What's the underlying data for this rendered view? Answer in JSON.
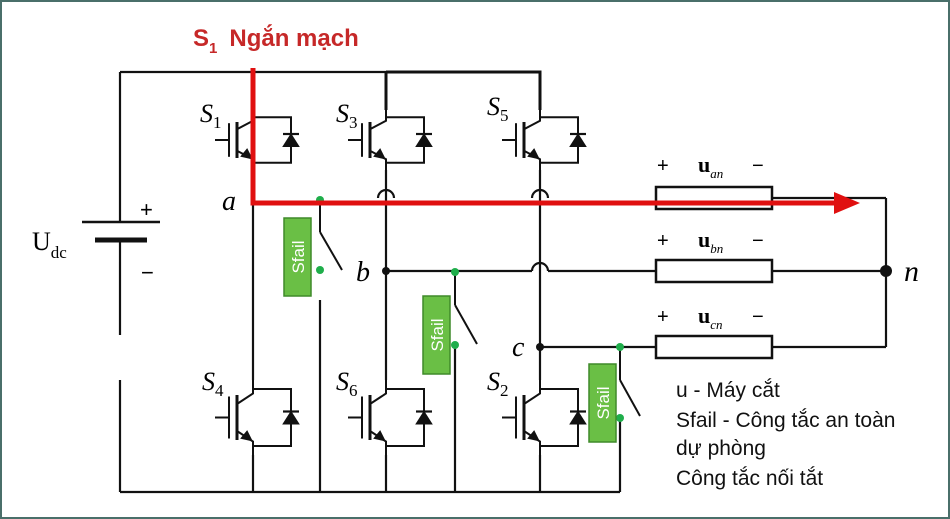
{
  "highlight": {
    "switch_letter": "S",
    "switch_index": "1",
    "fault_label": "Ngắn mạch"
  },
  "source": {
    "label_main": "U",
    "label_sub": "dc",
    "plus": "+",
    "minus": "−"
  },
  "switches": {
    "s1": {
      "letter": "S",
      "index": "1"
    },
    "s3": {
      "letter": "S",
      "index": "3"
    },
    "s5": {
      "letter": "S",
      "index": "5"
    },
    "s4": {
      "letter": "S",
      "index": "4"
    },
    "s6": {
      "letter": "S",
      "index": "6"
    },
    "s2": {
      "letter": "S",
      "index": "2"
    }
  },
  "nodes": {
    "a": "a",
    "b": "b",
    "c": "c",
    "n": "n"
  },
  "loads": {
    "an": {
      "symbol": "u",
      "sub": "an",
      "plus": "+",
      "minus": "−"
    },
    "bn": {
      "symbol": "u",
      "sub": "bn",
      "plus": "+",
      "minus": "−"
    },
    "cn": {
      "symbol": "u",
      "sub": "cn",
      "plus": "+",
      "minus": "−"
    }
  },
  "sfail_label": "Sfail",
  "legend": {
    "line1": "u - Máy cắt",
    "line2": "Sfail - Công tắc an toàn",
    "line3": "dự phòng",
    "line4": "Công tắc nối tắt"
  },
  "colors": {
    "wire": "#111111",
    "fault_path": "#e01010",
    "fault_text": "#c62828",
    "sfail_fill": "#6abf45",
    "sfail_border": "#3f8a2a",
    "sfail_dot": "#1fae4b",
    "frame": "#4a6f6a"
  }
}
